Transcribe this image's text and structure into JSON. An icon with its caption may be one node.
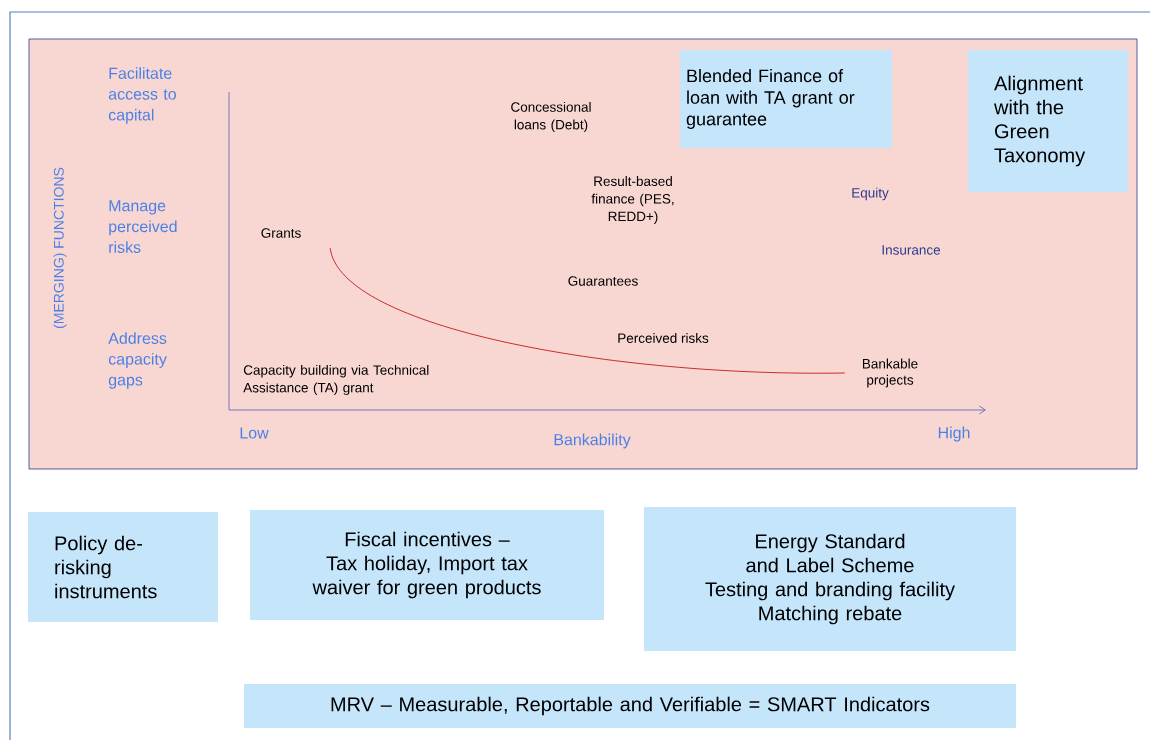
{
  "diagram": {
    "nodes": [
      {
        "text": [],
        "shape": "box"
      },
      {
        "text": [
          "Blended Finance of loan with TA grant or guarantee"
        ],
        "in": 0
      },
      {
        "text": [
          "Alignment with the Green Taxonomy"
        ],
        "in": 0
      },
      {
        "text": [
          "Grants"
        ],
        "in": 0
      },
      {
        "text": [
          "Bankable projects"
        ],
        "in": 0
      },
      {
        "text": [
          "Policy de-risking instruments"
        ]
      },
      {
        "text": [
          "Fiscal incentives – Tax holiday, Import tax waiver for green products"
        ]
      },
      {
        "text": [
          "Energy Standard and Label Scheme",
          "Testing and branding facility",
          "Matching rebate"
        ]
      },
      {
        "text": [
          "MRV – Measurable, Reportable and Verifiable = SMART Indicators"
        ]
      }
    ],
    "edges": [
      {
        "from": 3,
        "to": 4,
        "arrow": "none"
      }
    ],
    "labels": [
      "Facilitate access to capital",
      "Concessional loans (Debt)",
      "(MERGING) FUNCTIONS",
      "Manage perceived risks",
      "Result-based finance (PES, REDD+)",
      "Equity",
      "Insurance",
      "Guarantees",
      "Perceived risks",
      "Address capacity gaps",
      "Capacity building via Technical Assistance (TA) grant",
      "Low",
      "Bankability",
      "High"
    ]
  }
}
